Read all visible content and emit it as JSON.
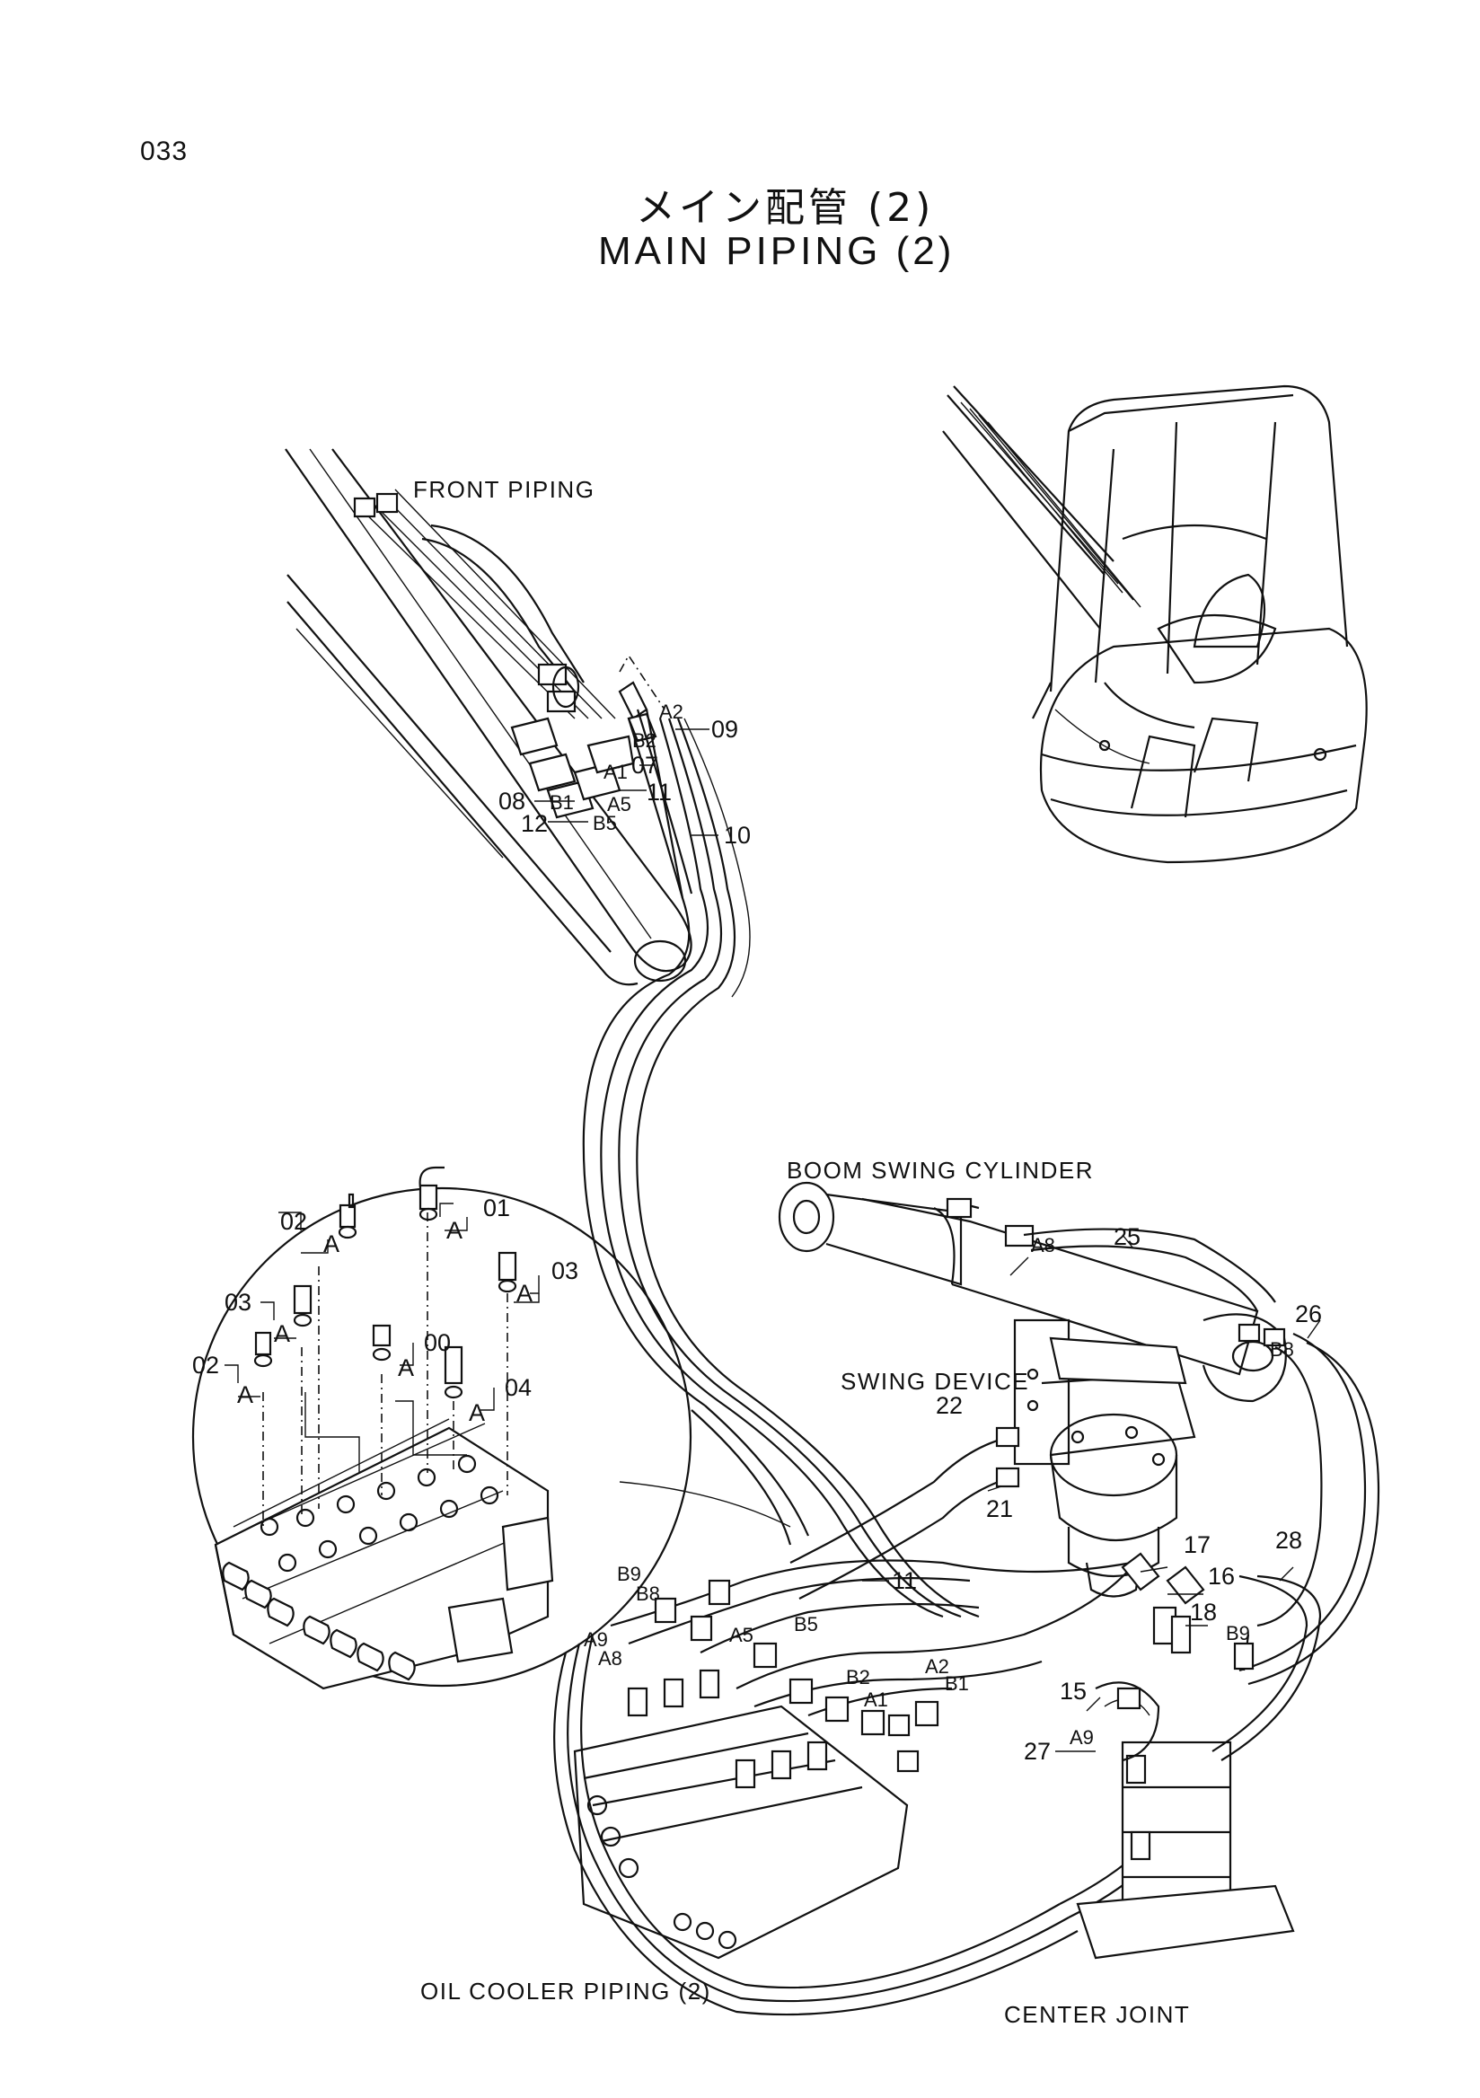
{
  "page_number": "033",
  "title": {
    "japanese": "メイン配管 (2)",
    "english": "MAIN PIPING (2)"
  },
  "component_labels": {
    "front_piping": "FRONT PIPING",
    "boom_swing_cylinder": "BOOM SWING CYLINDER",
    "swing_device": "SWING DEVICE",
    "oil_cooler_piping": "OIL COOLER PIPING (2)",
    "center_joint": "CENTER JOINT"
  },
  "part_numbers": {
    "p00": "00",
    "p01": "01",
    "p02a": "02",
    "p02b": "02",
    "p03a": "03",
    "p03b": "03",
    "p04": "04",
    "p07": "07",
    "p08": "08",
    "p09": "09",
    "p10": "10",
    "p11a": "11",
    "p11b": "11",
    "p12": "12",
    "p15": "15",
    "p16": "16",
    "p17": "17",
    "p18": "18",
    "p21": "21",
    "p22": "22",
    "p25": "25",
    "p26": "26",
    "p27": "27",
    "p28": "28"
  },
  "port_labels": {
    "a1_top": "A1",
    "a2_top": "A2",
    "a5_top": "A5",
    "b1_top": "B1",
    "b2_top": "B2",
    "b5_top": "B5",
    "a8_cyl": "A8",
    "b8_cyl": "B8",
    "b9_valve": "B9",
    "b8_valve": "B8",
    "a9_valve": "A9",
    "a8_valve": "A8",
    "a5_valve": "A5",
    "b5_valve": "B5",
    "b2_valve": "B2",
    "a2_valve": "A2",
    "a1_valve": "A1",
    "b1_valve": "B1",
    "b9_joint": "B9",
    "a9_joint": "A9"
  },
  "detail_marks": {
    "a1": "A",
    "a2": "A",
    "a3": "A",
    "a4": "A",
    "a5": "A",
    "a6": "A",
    "a7": "A"
  }
}
